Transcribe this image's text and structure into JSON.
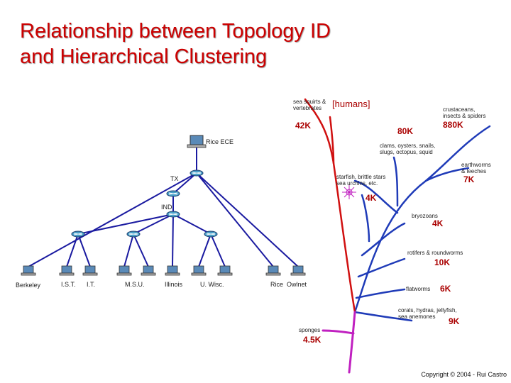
{
  "slide": {
    "title_line1": "Relationship between Topology ID",
    "title_line2": "and Hierarchical Clustering",
    "copyright": "Copyright © 2004 - Rui Castro"
  },
  "network": {
    "root_label": "Rice ECE",
    "node_tx": "TX",
    "node_ind": "IND",
    "leaves": [
      "Berkeley",
      "I.S.T.",
      "I.T.",
      "M.S.U.",
      "Illinois",
      "U. Wisc.",
      "Rice",
      "Owlnet"
    ]
  },
  "tree": {
    "humans": "[humans]",
    "vertebrates": [
      "sea squirts &",
      "vertebrates"
    ],
    "vertebrates_count": "42K",
    "mid_count": "80K",
    "crustaceans": [
      "crustaceans,",
      "insects & spiders"
    ],
    "crustaceans_count": "880K",
    "clams": [
      "clams, oysters, snails,",
      "slugs, octopus, squid"
    ],
    "earthworms": [
      "earthworms",
      "& leeches"
    ],
    "earthworms_count": "7K",
    "starfish": [
      "starfish, brittle stars",
      "sea urchins, etc."
    ],
    "starfish_count": "4K",
    "bryozoans": "bryozoans",
    "bryozoans_count": "4K",
    "rotifers": "rotifers & roundworms",
    "rotifers_count": "10K",
    "flatworms": "flatworms",
    "flatworms_count": "6K",
    "corals": [
      "corals, hydras, jellyfish,",
      "sea anemones"
    ],
    "corals_count": "9K",
    "sponges": "sponges",
    "sponges_count": "4.5K"
  },
  "colors": {
    "title": "#cc0000",
    "network_lines": "#1a1aa0",
    "router": "#4aa0c8",
    "tree_blue": "#1f3bb8",
    "tree_red": "#d01010",
    "tree_magenta": "#c020c0",
    "counts": "#aa0000"
  }
}
